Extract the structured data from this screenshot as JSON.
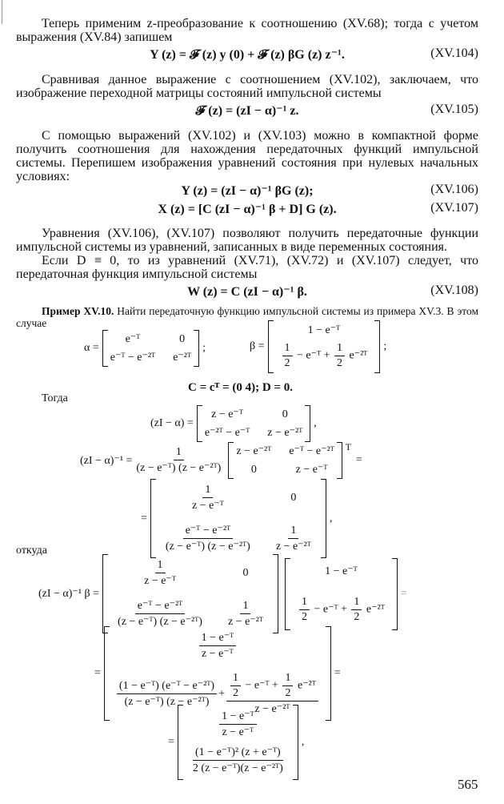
{
  "paragraphs": {
    "p1": "Теперь применим z-преобразование к соотношению (XV.68); тогда с учетом выражения (XV.84) запишем",
    "p2": "Сравнивая данное выражение с соотношением (XV.102), заключаем, что изображение переходной матрицы состояний импульсной системы",
    "p3": "С помощью выражений (XV.102) и (XV.103) можно в компактной форме получить соотношения для нахождения передаточных функций импульсной системы. Перепишем изображения уравнений состояния при нулевых начальных условиях:",
    "p4": "Уравнения (XV.106), (XV.107) позволяют получить передаточные функции импульсной системы из уравнений, записанных в виде переменных состояния.",
    "p5": "Если D ≡ 0, то из уравнений (XV.71), (XV.72) и (XV.107) следует, что передаточная функция импульсной системы"
  },
  "equations": [
    {
      "formula": "Y (z) = 𝓕 (z) y (0) + 𝓕 (z) βG (z) z⁻¹.",
      "number": "(XV.104)"
    },
    {
      "formula": "𝓕 (z) = (zI − α)⁻¹ z.",
      "number": "(XV.105)"
    },
    {
      "formula": "Y (z) = (zI − α)⁻¹ βG (z);",
      "number": "(XV.106)"
    },
    {
      "formula": "X (z) = [C (zI − α)⁻¹ β + D] G (z).",
      "number": "(XV.107)"
    },
    {
      "formula": "W (z) = C (zI − α)⁻¹ β.",
      "number": "(XV.108)"
    }
  ],
  "example": {
    "label": "Пример XV.10.",
    "text": "Найти передаточную функцию импульсной системы из примера XV.3. В этом случае",
    "alpha": {
      "lhs": "α =",
      "cells": [
        "e⁻ᵀ",
        "0",
        "e⁻ᵀ − e⁻²ᵀ",
        "e⁻²ᵀ"
      ],
      "sep": ";"
    },
    "beta": {
      "lhs": "β =",
      "row1": "1 − e⁻ᵀ",
      "one": "1",
      "two": "2",
      "mid": "− e⁻ᵀ +",
      "end": "e⁻²ᵀ",
      "sep": ";"
    },
    "cd": "C = cᵀ = (0 4);   D = 0.",
    "then": "Тогда",
    "zia": {
      "lhs": "(zI − α) =",
      "cells": [
        "z − e⁻ᵀ",
        "0",
        "e⁻²ᵀ − e⁻ᵀ",
        "z − e⁻²ᵀ"
      ],
      "sep": ","
    },
    "inv": {
      "lhs": "(zI − α)⁻¹ =",
      "num": "1",
      "den": "(z − e⁻ᵀ) (z − e⁻²ᵀ)",
      "cells": [
        "z − e⁻²ᵀ",
        "e⁻ᵀ − e⁻²ᵀ",
        "0",
        "z − e⁻ᵀ"
      ],
      "sup": "T",
      "eq": "="
    },
    "inv2": {
      "eq": "=",
      "c1n": "1",
      "c1d": "z − e⁻ᵀ",
      "c2": "0",
      "c3n": "e⁻ᵀ − e⁻²ᵀ",
      "c3d": "(z − e⁻ᵀ) (z − e⁻²ᵀ)",
      "c4n": "1",
      "c4d": "z − e⁻²ᵀ",
      "sep": ","
    },
    "whence": "откуда",
    "prod": {
      "lhs": "(zI − α)⁻¹ β =",
      "eq": "="
    },
    "res1": {
      "eq": "=",
      "r1n": "1 − e⁻ᵀ",
      "r1d": "z − e⁻ᵀ",
      "r2an": "(1 − e⁻ᵀ) (e⁻ᵀ − e⁻²ᵀ)",
      "r2ad": "(z − e⁻ᵀ) (z − e⁻²ᵀ)",
      "plus": "+",
      "r2bd": "z − e⁻²ᵀ",
      "tail": "="
    },
    "res2": {
      "eq": "=",
      "r1n": "1 − e⁻ᵀ",
      "r1d": "z − e⁻ᵀ",
      "r2n": "(1 − e⁻ᵀ)² (z + e⁻ᵀ)",
      "r2d": "2 (z − e⁻ᵀ)(z − e⁻²ᵀ)",
      "sep": ","
    }
  },
  "page_number": "565"
}
